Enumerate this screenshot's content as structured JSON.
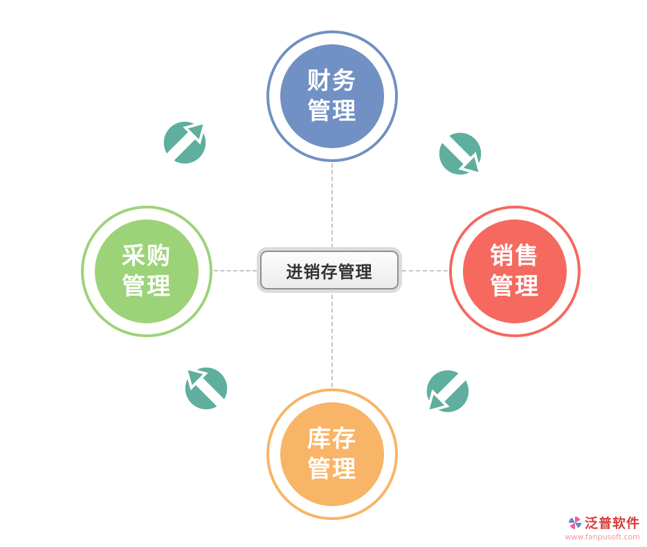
{
  "center_box": {
    "label": "进销存管理"
  },
  "nodes": [
    {
      "id": "finance",
      "line1": "财务",
      "line2": "管理",
      "color": "#7190c3",
      "position": "top"
    },
    {
      "id": "sales",
      "line1": "销售",
      "line2": "管理",
      "color": "#f5695f",
      "position": "right"
    },
    {
      "id": "inventory",
      "line1": "库存",
      "line2": "管理",
      "color": "#f8b467",
      "position": "bottom"
    },
    {
      "id": "purchase",
      "line1": "采购",
      "line2": "管理",
      "color": "#9cd378",
      "position": "left"
    }
  ],
  "arrows": {
    "color": "#5fae9e",
    "items": [
      {
        "id": "arrow-left-to-top",
        "direction": "up-right",
        "position": "top-left"
      },
      {
        "id": "arrow-top-to-right",
        "direction": "down-right",
        "position": "top-right"
      },
      {
        "id": "arrow-right-to-bottom",
        "direction": "down-left",
        "position": "bottom-right"
      },
      {
        "id": "arrow-bottom-to-left",
        "direction": "up-left",
        "position": "bottom-left"
      }
    ]
  },
  "watermark": {
    "brand": "泛普软件",
    "website": "www.fanpusoft.com"
  }
}
